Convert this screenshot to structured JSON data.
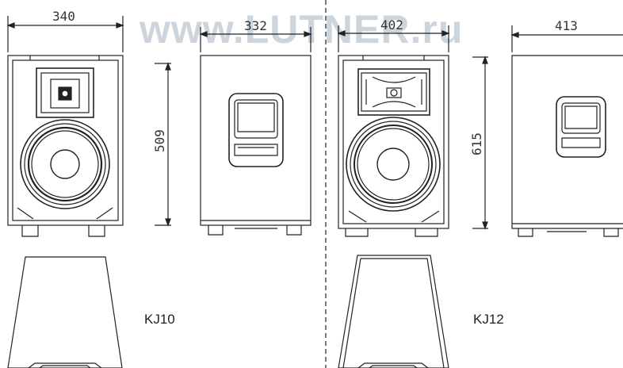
{
  "watermark": "www.LUTNER.ru",
  "kj10": {
    "model": "KJ10",
    "front_width": "340",
    "side_depth": "332",
    "height": "509"
  },
  "kj12": {
    "model": "KJ12",
    "front_width": "402",
    "side_depth": "413",
    "height": "615"
  }
}
